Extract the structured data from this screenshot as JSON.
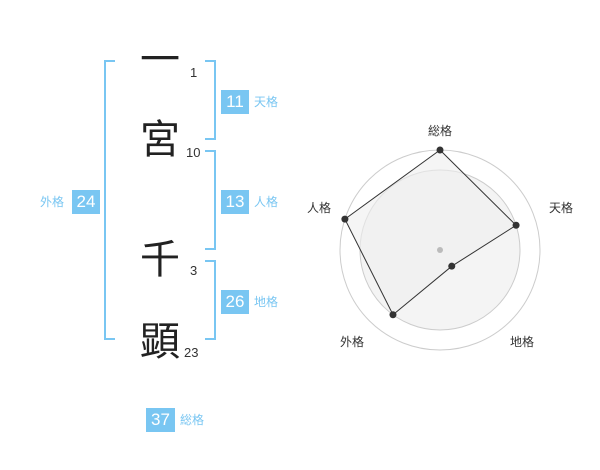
{
  "name": {
    "characters": [
      {
        "char": "一",
        "strokes": "1"
      },
      {
        "char": "宮",
        "strokes": "10"
      },
      {
        "char": "千",
        "strokes": "3"
      },
      {
        "char": "顕",
        "strokes": "23"
      }
    ]
  },
  "kakusu": {
    "tenkaku": {
      "value": "11",
      "label": "天格"
    },
    "jinkaku": {
      "value": "13",
      "label": "人格"
    },
    "chikaku": {
      "value": "26",
      "label": "地格"
    },
    "gaikaku": {
      "value": "24",
      "label": "外格"
    },
    "soukaku": {
      "value": "37",
      "label": "総格"
    }
  },
  "chart_data": {
    "type": "radar",
    "axes": [
      "総格",
      "天格",
      "地格",
      "外格",
      "人格"
    ],
    "values": [
      5,
      4,
      1,
      4,
      5
    ],
    "range": [
      0,
      5
    ],
    "grid_rings": 5,
    "colors": {
      "fill": "#eeeeee",
      "line": "#333333",
      "grid": "#cccccc",
      "point": "#333333",
      "center": "#bbbbbb"
    }
  },
  "colors": {
    "accent": "#79c6f2"
  }
}
